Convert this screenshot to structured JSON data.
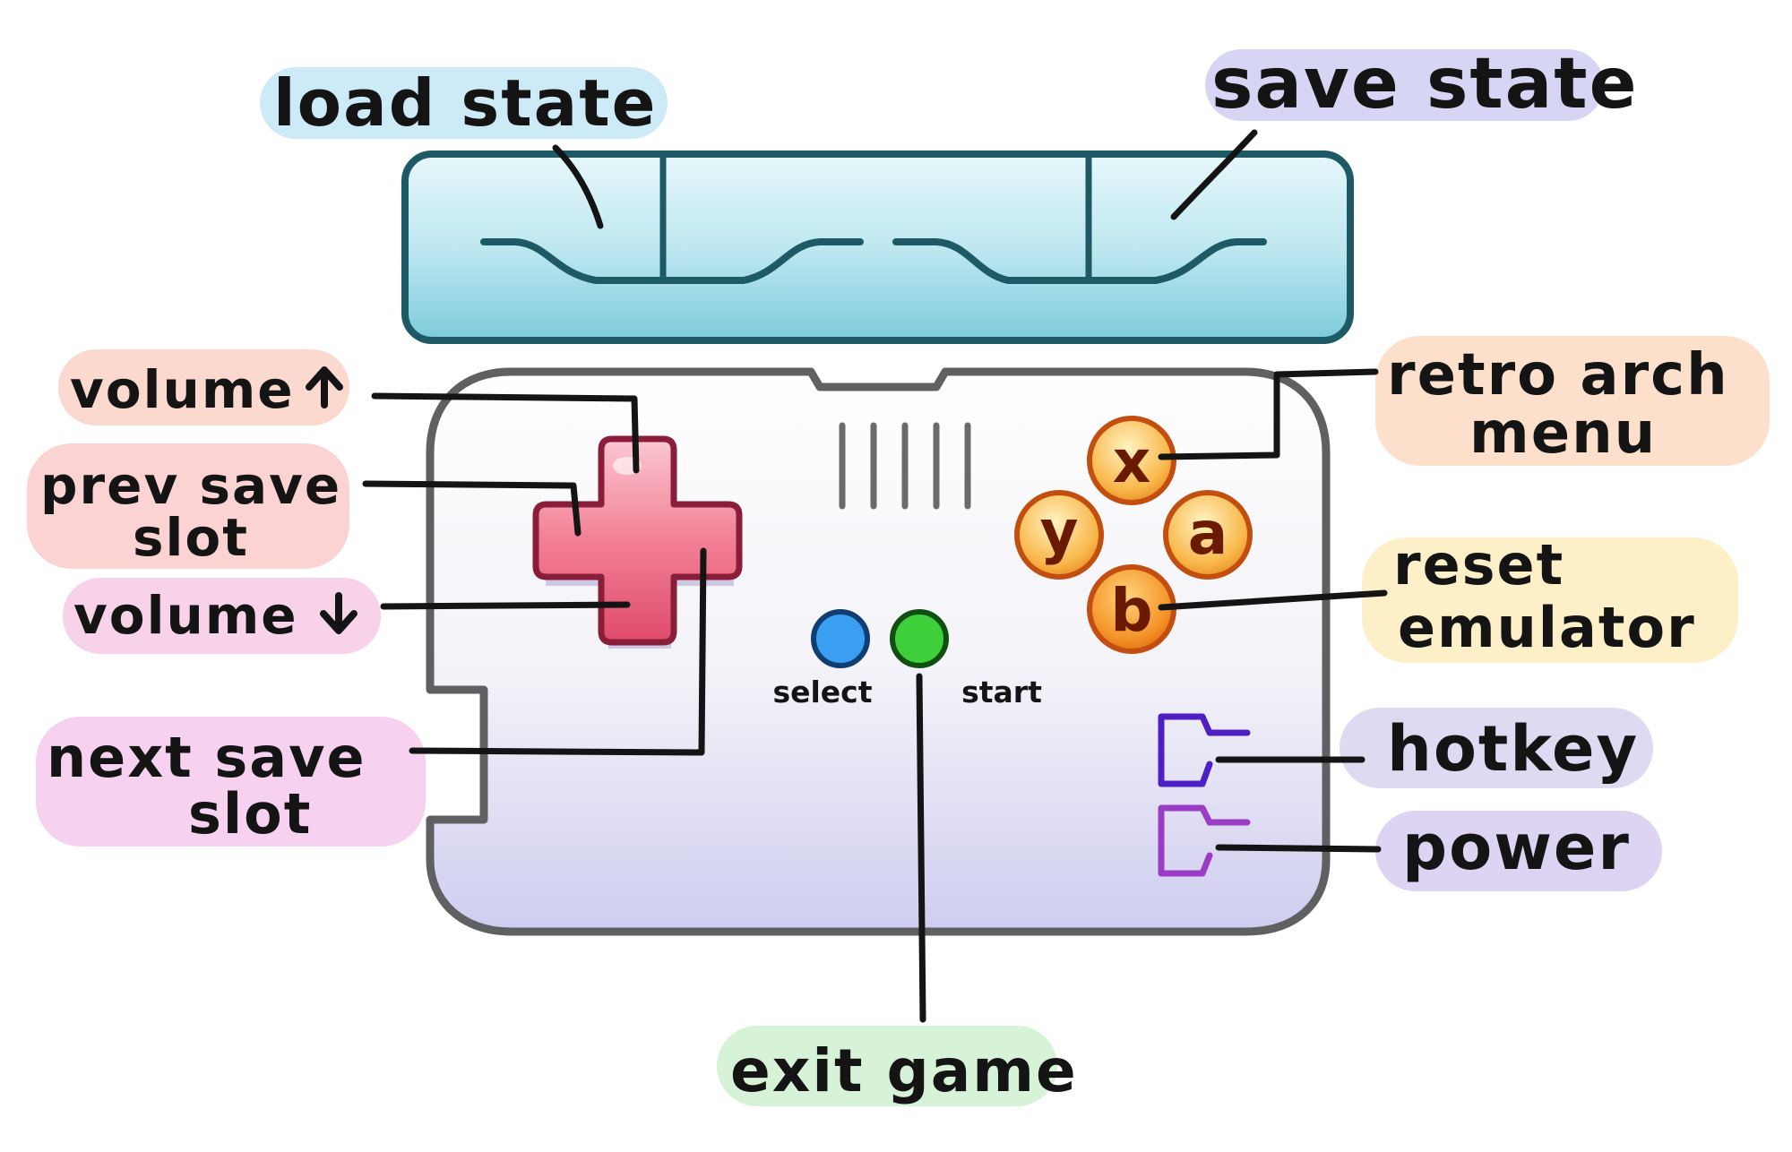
{
  "labels": {
    "load_state": "load state",
    "save_state": "save state",
    "volume_up": "volume",
    "prev_save_slot_line1": "prev save",
    "prev_save_slot_line2": "slot",
    "volume_down": "volume",
    "next_save_slot_line1": "next save",
    "next_save_slot_line2": "slot",
    "retroarch_menu_line1": "retro arch",
    "retroarch_menu_line2": "menu",
    "reset_emulator_line1": "reset",
    "reset_emulator_line2": "emulator",
    "hotkey": "hotkey",
    "power": "power",
    "exit_game": "exit game",
    "select": "select",
    "start": "start"
  },
  "buttons": {
    "x": "x",
    "y": "y",
    "a": "a",
    "b": "b"
  },
  "colors": {
    "device_outline": "#5f6062",
    "shoulder_fill": "#a9dde8",
    "shoulder_outline": "#1d5a66",
    "dpad": "#ef6f86",
    "face_button": "#f8b04a",
    "select_button": "#3a9ff0",
    "start_button": "#3fcf3a",
    "hotkey_switch": "#4d1fc4",
    "power_switch": "#9a3cc4"
  }
}
